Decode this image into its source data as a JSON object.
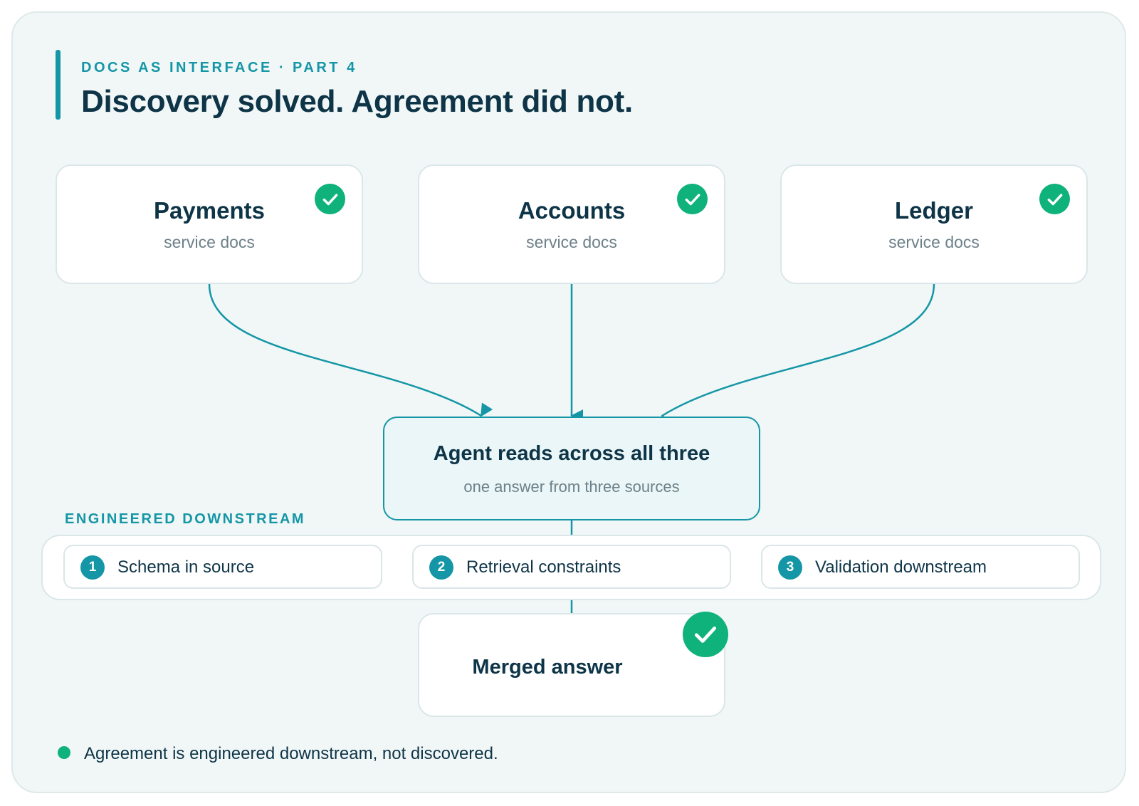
{
  "header": {
    "eyebrow": "DOCS AS INTERFACE · PART 4",
    "title": "Discovery solved. Agreement did not."
  },
  "services": [
    {
      "name": "Payments",
      "subtitle": "service docs",
      "status_icon": "check-icon"
    },
    {
      "name": "Accounts",
      "subtitle": "service docs",
      "status_icon": "check-icon"
    },
    {
      "name": "Ledger",
      "subtitle": "service docs",
      "status_icon": "check-icon"
    }
  ],
  "agent": {
    "title": "Agent reads across all three",
    "subtitle": "one answer from three sources"
  },
  "downstream": {
    "label": "ENGINEERED DOWNSTREAM",
    "steps": [
      {
        "number": "1",
        "label": "Schema in source"
      },
      {
        "number": "2",
        "label": "Retrieval constraints"
      },
      {
        "number": "3",
        "label": "Validation downstream"
      }
    ]
  },
  "result": {
    "title": "Merged answer",
    "status_icon": "check-icon"
  },
  "footer": {
    "text": "Agreement is engineered downstream, not discovered."
  },
  "colors": {
    "accent": "#1596a6",
    "success": "#0fb27a",
    "text": "#0e3447",
    "muted": "#6d8089",
    "background": "#f1f7f7"
  }
}
